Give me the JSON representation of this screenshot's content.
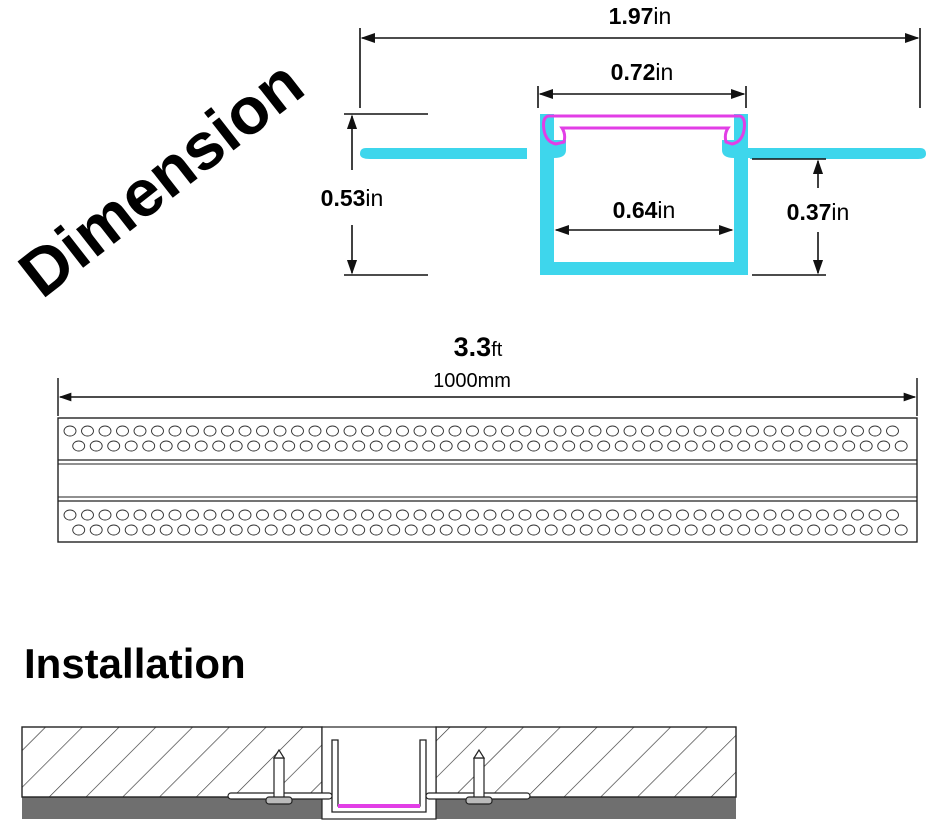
{
  "headings": {
    "dimension": "Dimension",
    "installation": "Installation"
  },
  "profile_dims": {
    "overall_width": {
      "value": "1.97",
      "unit": "in"
    },
    "top_opening": {
      "value": "0.72",
      "unit": "in"
    },
    "inner_width": {
      "value": "0.64",
      "unit": "in"
    },
    "total_height": {
      "value": "0.53",
      "unit": "in"
    },
    "channel_height": {
      "value": "0.37",
      "unit": "in"
    }
  },
  "length": {
    "imperial": {
      "value": "3.3",
      "unit": "ft"
    },
    "metric": "1000mm"
  },
  "colors": {
    "profile": "#3ed6ec",
    "diffuser": "#e23ee6",
    "line": "#111111",
    "wall_ground": "#6f6f6f"
  }
}
